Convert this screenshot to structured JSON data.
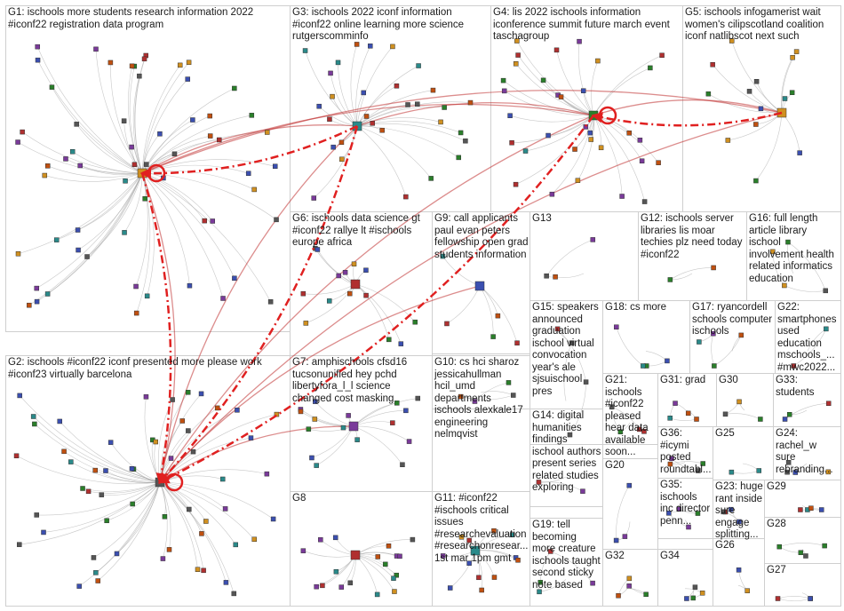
{
  "colors": {
    "background": "#ffffff",
    "cell_border": "#cfcfcf",
    "edge": "#9a9a9a",
    "edge_highlight": "#c03030",
    "arrow": "#e02020"
  },
  "groups": [
    {
      "id": "G1",
      "label": "G1: ischools more students research information 2022\n#iconf22 registration data program"
    },
    {
      "id": "G3",
      "label": "G3: ischools 2022 iconf information\n#iconf22 online learning more science\nrutgerscomminfo"
    },
    {
      "id": "G4",
      "label": "G4: lis 2022 ischools information\niconference summit future march event\ntaschagroup"
    },
    {
      "id": "G5",
      "label": "G5: ischools infogamerist wait\nwomen's cilipscotland coalition\niconf natlibscot next such"
    },
    {
      "id": "G6",
      "label": "G6: ischools data science gt\n#iconf22 rallye lt #ischools\neurope africa"
    },
    {
      "id": "G9",
      "label": "G9: call applicants\npaul evan peters\nfellowship open grad\nstudents information"
    },
    {
      "id": "G13",
      "label": "G13"
    },
    {
      "id": "G12",
      "label": "G12: ischools server\nlibraries lis moar\ntechies plz need today\n#iconf22"
    },
    {
      "id": "G16",
      "label": "G16: full length\narticle library\nischool\ninvolvement health\nrelated informatics\neducation"
    },
    {
      "id": "G15",
      "label": "G15: speakers\nannounced\ngraduation\nischool virtual\nconvocation\nyear's ale\nsjsuischool\npres"
    },
    {
      "id": "G18",
      "label": "G18: cs more"
    },
    {
      "id": "G17",
      "label": "G17: ryancordell\nschools computer\nischools"
    },
    {
      "id": "G22",
      "label": "G22:\nsmartphones\nused\neducation\nmschools_...\n#mwc2022..."
    },
    {
      "id": "G2",
      "label": "G2: ischools #iconf22 iconf presented more please work\n#iconf23 virtually barcelona"
    },
    {
      "id": "G7",
      "label": "G7: amphischools cfsd16\ntucsonunified hey pchd\nlibertyfora_l_l science\nchanged cost masking"
    },
    {
      "id": "G10",
      "label": "G10: cs hci sharoz\njessicahullman\nhcil_umd\ndepartments\nischools alexkale17\nengineering\nnelmqvist"
    },
    {
      "id": "G21",
      "label": "G21:\nischools\n#iconf22\npleased\nhear data\navailable\nsoon..."
    },
    {
      "id": "G31",
      "label": "G31: grad"
    },
    {
      "id": "G30",
      "label": "G30"
    },
    {
      "id": "G33",
      "label": "G33:\nstudents"
    },
    {
      "id": "G14",
      "label": "G14: digital\nhumanities\nfindings\nischool authors\npresent series\nrelated studies\nexploring"
    },
    {
      "id": "G36",
      "label": "G36:\n#icymi\nposted\nroundtabl..."
    },
    {
      "id": "G25",
      "label": "G25"
    },
    {
      "id": "G24",
      "label": "G24:\nrachel_w\nsure\nrebranding..."
    },
    {
      "id": "G20",
      "label": "G20"
    },
    {
      "id": "G35",
      "label": "G35:\nischools\ninc director\npenn..."
    },
    {
      "id": "G23",
      "label": "G23: huge\nrant inside\nsure\nengage\nsplitting..."
    },
    {
      "id": "G29",
      "label": "G29"
    },
    {
      "id": "G8",
      "label": "G8"
    },
    {
      "id": "G11",
      "label": "G11: #iconf22\n#ischools critical\nissues\n#researchevaluation\n#researchonresear...\n1st mar 1pm gmt"
    },
    {
      "id": "G19",
      "label": "G19: tell\nbecoming\nmore creature\nischools taught\nsecond sticky\nnote based"
    },
    {
      "id": "G28",
      "label": "G28"
    },
    {
      "id": "G26",
      "label": "G26"
    },
    {
      "id": "G32",
      "label": "G32"
    },
    {
      "id": "G34",
      "label": "G34"
    },
    {
      "id": "G27",
      "label": "G27"
    }
  ]
}
